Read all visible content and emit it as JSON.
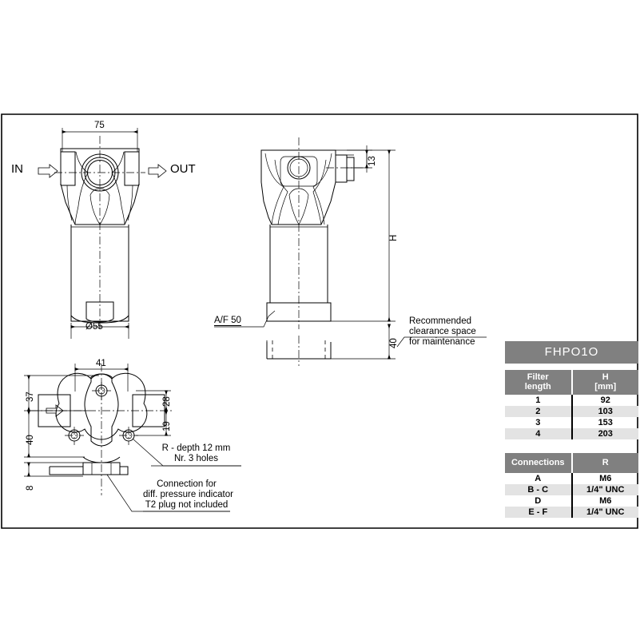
{
  "document": {
    "kind": "technical-drawing",
    "frame": {
      "border_color": "#000000"
    }
  },
  "front_view": {
    "in_label": "IN",
    "out_label": "OUT",
    "width_dim": "75",
    "diameter_dim": "Ø55"
  },
  "side_view": {
    "height_dim": "H",
    "top_offset_dim": "13",
    "clearance_dim": "40",
    "af_label": "A/F 50",
    "clearance_note_line1": "Recommended",
    "clearance_note_line2": "clearance space",
    "clearance_note_line3": "for maintenance"
  },
  "bottom_view": {
    "dim_41": "41",
    "dim_37": "37",
    "dim_40": "40",
    "dim_8": "8",
    "dim_28": "28",
    "dim_19": "19",
    "holes_note_line1": "R - depth 12 mm",
    "holes_note_line2": "Nr. 3 holes",
    "connection_note_line1": "Connection for",
    "connection_note_line2": "diff. pressure indicator",
    "connection_note_line3": "T2 plug not included"
  },
  "table": {
    "title": "FHPO1O",
    "colors": {
      "header_bg": "#808080",
      "header_text": "#ffffff",
      "alt_row_bg": "#e3e3e3",
      "text": "#000000"
    },
    "filter_table": {
      "headers": [
        "Filter length",
        "H [mm]"
      ],
      "header_col1_line1": "Filter",
      "header_col1_line2": "length",
      "header_col2_line1": "H",
      "header_col2_line2": "[mm]",
      "rows": [
        {
          "length": "1",
          "h": "92"
        },
        {
          "length": "2",
          "h": "103"
        },
        {
          "length": "3",
          "h": "153"
        },
        {
          "length": "4",
          "h": "203"
        }
      ]
    },
    "connections_table": {
      "header_col1": "Connections",
      "header_col2": "R",
      "rows": [
        {
          "connection": "A",
          "r": "M6"
        },
        {
          "connection": "B - C",
          "r": "1/4\" UNC"
        },
        {
          "connection": "D",
          "r": "M6"
        },
        {
          "connection": "E - F",
          "r": "1/4\" UNC"
        }
      ]
    }
  }
}
